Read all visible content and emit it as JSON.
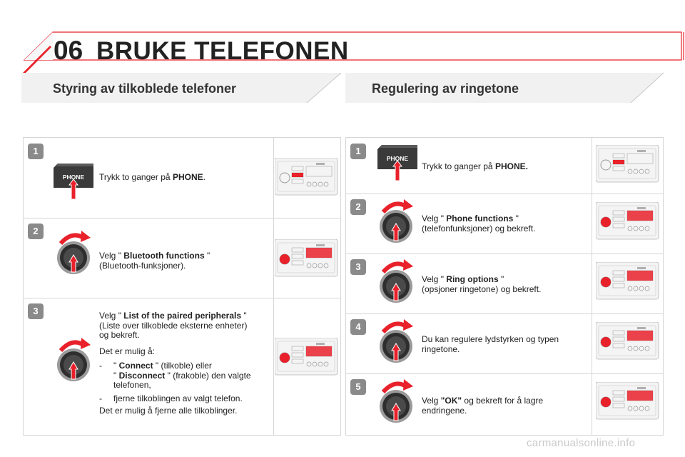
{
  "header": {
    "chapter": "06",
    "title": "BRUKE TELEFONEN"
  },
  "left": {
    "title": "Styring av tilkoblede telefoner",
    "steps": [
      {
        "num": "1",
        "a": "Trykk to ganger på ",
        "b": "PHONE",
        "c": "."
      },
      {
        "num": "2",
        "a": "Velg \" ",
        "b": "Bluetooth functions",
        "c": " \"",
        "line2": "(Bluetooth-funksjoner)."
      },
      {
        "num": "3",
        "a": "Velg \" ",
        "b": "List of the paired peripherals",
        "c": " \"",
        "line2": "(Liste over tilkoblede eksterne enheter)",
        "line3": "og bekreft.",
        "possible": "Det er mulig å:",
        "item1a": "\" ",
        "item1b": "Connect",
        "item1c": " \" (tilkoble) eller",
        "item1d": "\" ",
        "item1e": "Disconnect",
        "item1f": " \" (frakoble) den valgte",
        "item1g": "telefonen,",
        "item2": "fjerne tilkoblingen av valgt telefon.",
        "last": "Det er mulig å fjerne alle tilkoblinger."
      }
    ]
  },
  "right": {
    "title": "Regulering av ringetone",
    "steps": [
      {
        "num": "1",
        "a": "Trykk to ganger på ",
        "b": "PHONE."
      },
      {
        "num": "2",
        "a": "Velg \" ",
        "b": "Phone functions",
        "c": " \"",
        "line2": "(telefonfunksjoner) og bekreft."
      },
      {
        "num": "3",
        "a": "Velg \" ",
        "b": "Ring options",
        "c": " \"",
        "line2": "(opsjoner ringetone) og bekreft."
      },
      {
        "num": "4",
        "a": "Du kan regulere lydstyrken og typen",
        "line2": "ringetone."
      },
      {
        "num": "5",
        "a": "Velg ",
        "b": "\"OK\"",
        "c": " og bekreft for å lagre",
        "line2": "endringene."
      }
    ]
  },
  "phone_key_label": "PHONE",
  "dash": "-",
  "footer": "carmanualsonline.info",
  "colors": {
    "accent": "#e8212b",
    "badge": "#8a8a8a",
    "border": "#d6d6d6"
  }
}
